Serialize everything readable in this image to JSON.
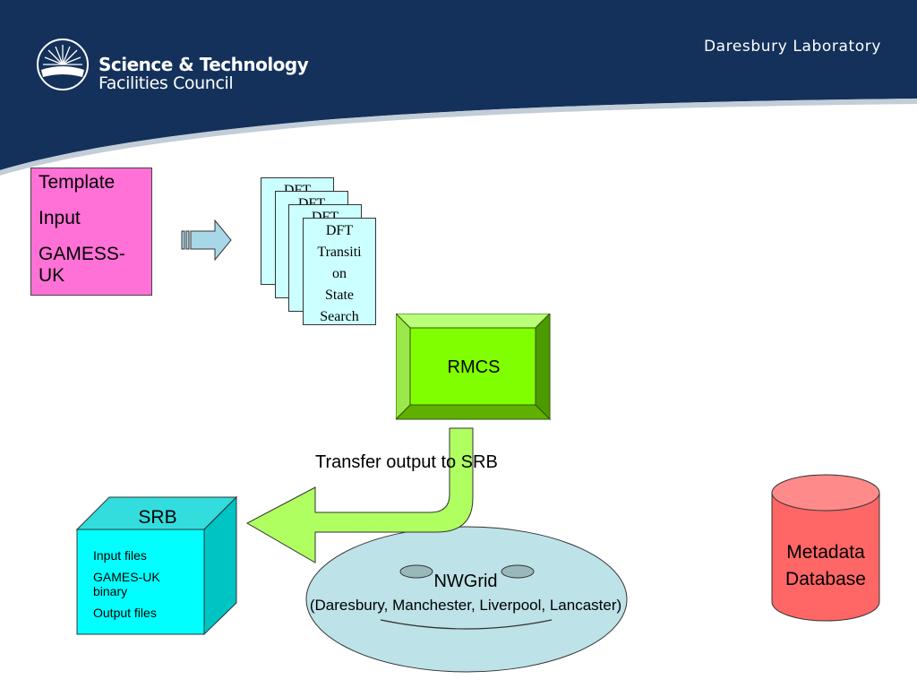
{
  "header": {
    "org_name_line1": "Science & Technology",
    "org_name_line2": "Facilities Council",
    "lab_title": "Daresbury Laboratory",
    "logo_icon": "starburst-logo-icon"
  },
  "template_box": {
    "line1": "Template",
    "line2": "Input",
    "line3": "GAMESS-UK"
  },
  "documents": {
    "back1": "DFT",
    "back2": "DFT",
    "back3": "DFT",
    "front_lines": [
      "DFT",
      "Transiti",
      "on",
      "State",
      "Search"
    ]
  },
  "rmcs": {
    "label": "RMCS"
  },
  "transfer": {
    "label": "Transfer output to SRB"
  },
  "srb": {
    "title": "SRB",
    "items": [
      "Input files",
      "GAMES-UK binary",
      "Output files"
    ]
  },
  "nwgrid": {
    "title": "NWGrid",
    "subtitle": "(Daresbury, Manchester, Liverpool, Lancaster)"
  },
  "metadata_db": {
    "line1": "Metadata",
    "line2": "Database"
  },
  "colors": {
    "header_navy": "#13315a",
    "template_pink": "#ff71d6",
    "doc_cyan": "#ccffff",
    "rmcs_green": "#80ff00",
    "arrow_green": "#b0ff60",
    "srb_cyan": "#00ffff",
    "nwgrid_blue": "#bde2e8",
    "db_red": "#ff6666"
  }
}
